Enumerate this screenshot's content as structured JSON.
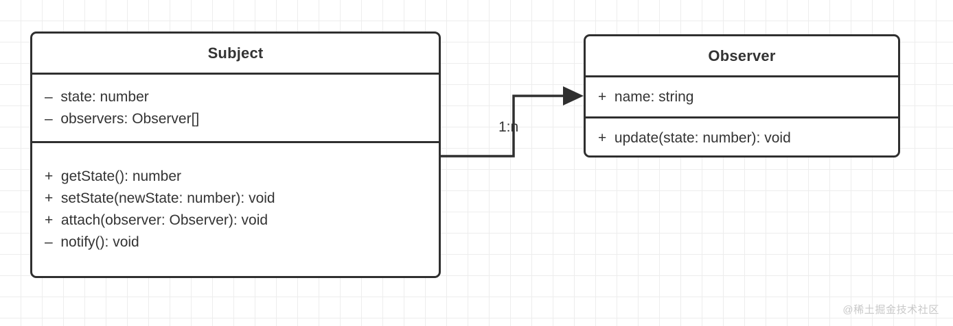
{
  "diagram": {
    "type": "uml-class-diagram",
    "classes": [
      {
        "id": "subject",
        "name": "Subject",
        "attributes": [
          "–  state: number",
          "–  observers: Observer[]"
        ],
        "methods": [
          "+  getState(): number",
          "+  setState(newState: number): void",
          "+  attach(observer: Observer): void",
          "–  notify(): void"
        ]
      },
      {
        "id": "observer",
        "name": "Observer",
        "attributes": [
          "+  name: string"
        ],
        "methods": [
          "+  update(state: number): void"
        ]
      }
    ],
    "relations": [
      {
        "id": "subject-observes",
        "from": "Subject",
        "to": "Observer",
        "multiplicity": "1:n",
        "arrow": "filled-triangle"
      }
    ]
  },
  "watermark": {
    "text": "@稀土掘金技术社区"
  },
  "colors": {
    "stroke": "#2f2f2f",
    "text": "#333333",
    "grid": "#ededed",
    "background": "#ffffff",
    "watermark": "#c8c8c8"
  }
}
